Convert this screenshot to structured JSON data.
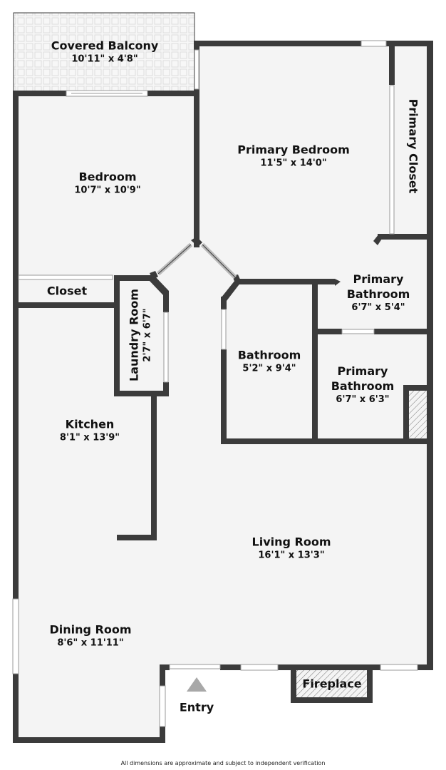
{
  "colors": {
    "wall": "#3b3b3b",
    "floor": "#f4f4f4",
    "balcony_tile": "#e0e0e0",
    "entry_arrow": "#a8a8a8",
    "background": "#ffffff"
  },
  "rooms": {
    "covered_balcony": {
      "name": "Covered Balcony",
      "dim": "10'11\" x 4'8\""
    },
    "bedroom": {
      "name": "Bedroom",
      "dim": "10'7\" x 10'9\""
    },
    "primary_bedroom": {
      "name": "Primary Bedroom",
      "dim": "11'5\" x 14'0\""
    },
    "primary_closet": {
      "name": "Primary Closet"
    },
    "closet": {
      "name": "Closet"
    },
    "laundry_room": {
      "name": "Laundry Room",
      "dim": "2'7\" x 6'7\""
    },
    "primary_bathroom_1": {
      "name_line1": "Primary",
      "name_line2": "Bathroom",
      "dim": "6'7\" x 5'4\""
    },
    "bathroom": {
      "name": "Bathroom",
      "dim": "5'2\" x 9'4\""
    },
    "primary_bathroom_2": {
      "name_line1": "Primary",
      "name_line2": "Bathroom",
      "dim": "6'7\" x 6'3\""
    },
    "kitchen": {
      "name": "Kitchen",
      "dim": "8'1\" x 13'9\""
    },
    "living_room": {
      "name": "Living Room",
      "dim": "16'1\" x 13'3\""
    },
    "dining_room": {
      "name": "Dining Room",
      "dim": "8'6\" x 11'11\""
    },
    "fireplace": {
      "name": "Fireplace"
    },
    "entry": {
      "name": "Entry"
    }
  },
  "footer": {
    "disclaimer": "All dimensions are approximate and subject to independent verification"
  }
}
